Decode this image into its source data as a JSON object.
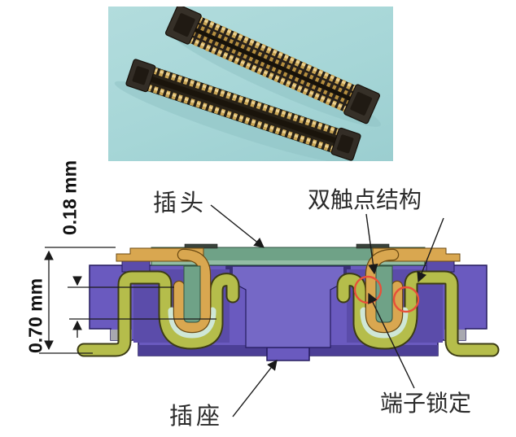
{
  "diagram": {
    "labels": {
      "plug": "插头",
      "dual_contact": "双触点结构",
      "receptacle": "插座",
      "terminal_lock": "端子锁定"
    },
    "dimensions": {
      "wipe_height": "0.18 mm",
      "stack_height": "0.70 mm"
    }
  },
  "colors": {
    "photo_background": "#a6d6d7",
    "connector_body": "#26201a",
    "gold_contacts": "#c9a554",
    "housing_purple": "#6a5abf",
    "housing_purple_dark": "#4c3f96",
    "pedestal_purple": "#7568c6",
    "plug_green": "#6fa287",
    "contact_olive": "#b5bd4b",
    "terminal_orange": "#d9a750",
    "contact_liner_green": "#cfe7d6",
    "highlight_circle_red": "#e8503a",
    "annotation_black": "#1a1a1a"
  }
}
